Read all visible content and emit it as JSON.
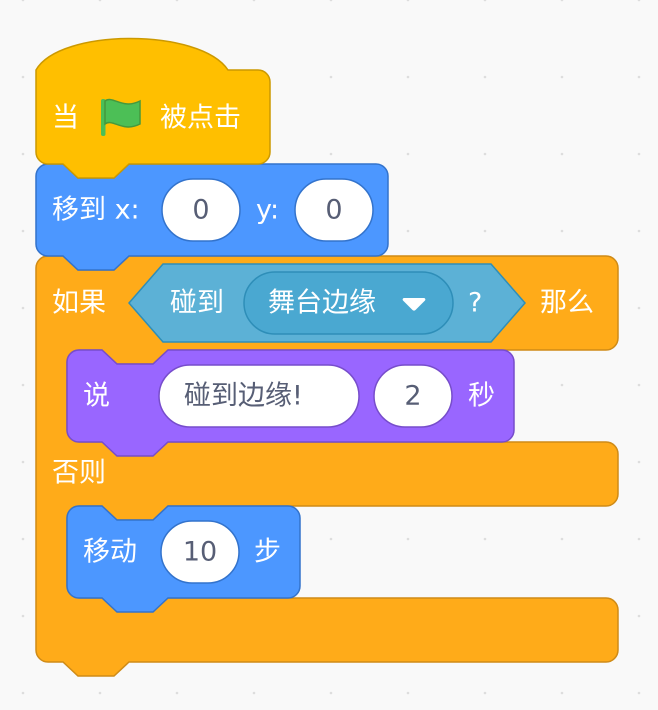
{
  "colors": {
    "events": "#ffbf00",
    "events_border": "#cc9900",
    "motion": "#4c97ff",
    "motion_border": "#3373cc",
    "control": "#ffab19",
    "control_border": "#cf8b17",
    "sensing": "#5cb1d6",
    "sensing_border": "#2e8eb8",
    "sensing_menu": "#4aa8d1",
    "looks": "#9966ff",
    "looks_border": "#774dcb",
    "input_text": "#575e75",
    "flag": "#4cbf56",
    "workspace_bg": "#f9f9f9",
    "grid_dot": "#dddddd"
  },
  "hat_block": {
    "prefix": "当",
    "icon": "green-flag-icon",
    "suffix": "被点击"
  },
  "goto_block": {
    "label": "移到 x:",
    "x_value": "0",
    "y_label": "y:",
    "y_value": "0"
  },
  "if_block": {
    "if_label": "如果",
    "then_label": "那么",
    "else_label": "否则",
    "condition": {
      "label": "碰到",
      "menu_value": "舞台边缘",
      "menu_icon": "dropdown-arrow-icon",
      "question": "?"
    }
  },
  "say_block": {
    "label": "说",
    "message": "碰到边缘!",
    "seconds": "2",
    "seconds_label": "秒"
  },
  "move_block": {
    "label": "移动",
    "steps": "10",
    "steps_label": "步"
  }
}
